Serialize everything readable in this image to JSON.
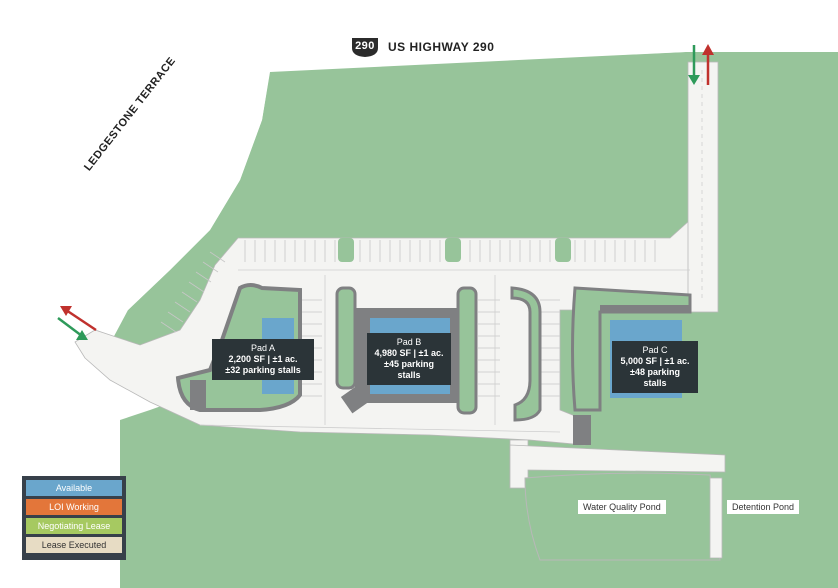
{
  "roads": {
    "highway_label": "US HIGHWAY 290",
    "highway_shield": "290",
    "side_road_label": "LEDGESTONE TERRACE"
  },
  "pads": [
    {
      "title": "Pad A",
      "line1": "2,200 SF | ±1 ac.",
      "line2": "±32 parking stalls",
      "status": "Available"
    },
    {
      "title": "Pad B",
      "line1": "4,980 SF | ±1 ac.",
      "line2": "±45 parking stalls",
      "status": "Available"
    },
    {
      "title": "Pad C",
      "line1": "5,000 SF | ±1 ac.",
      "line2": "±48 parking stalls",
      "status": "Available"
    }
  ],
  "ponds": {
    "water_quality": "Water Quality Pond",
    "detention": "Detention Pond"
  },
  "legend": [
    {
      "label": "Available",
      "color": "#6aa6cc"
    },
    {
      "label": "LOI Working",
      "color": "#e3763a"
    },
    {
      "label": "Negotiating Lease",
      "color": "#a6c961"
    },
    {
      "label": "Lease Executed",
      "color": "#e7dcc4"
    }
  ],
  "colors": {
    "green_space": "#97c49a",
    "pavement": "#f4f4f2",
    "building_outline": "#7f8082",
    "arrow_in": "#2e9a5a",
    "arrow_out": "#c0312d"
  }
}
